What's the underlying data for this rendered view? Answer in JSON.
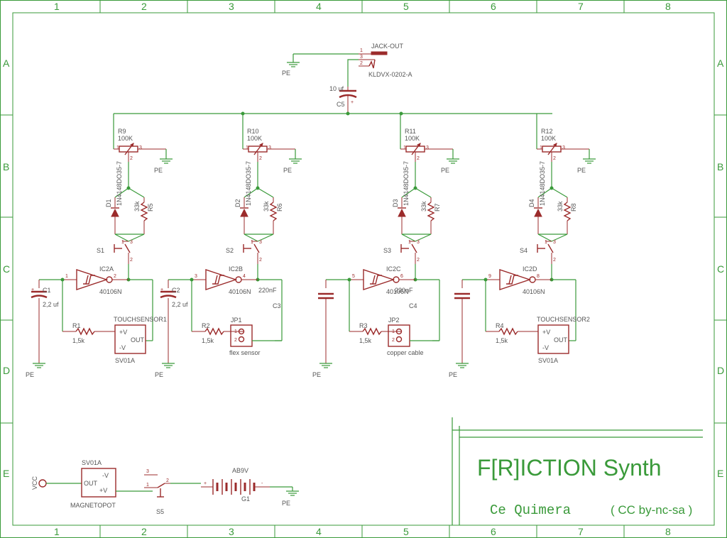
{
  "frame": {
    "columns": [
      "1",
      "2",
      "3",
      "4",
      "5",
      "6",
      "7",
      "8"
    ],
    "rows": [
      "A",
      "B",
      "C",
      "D",
      "E"
    ]
  },
  "title_block": {
    "title": "F[R]ICTION Synth",
    "author": "Ce Quimera",
    "license": "( CC by-nc-sa )"
  },
  "jack": {
    "name": "JACK-OUT",
    "part": "KLDVX-0202-A",
    "pins": [
      "1",
      "3",
      "2"
    ]
  },
  "cap_out": {
    "name": "C5",
    "value": "10 uf"
  },
  "gnd_label": "PE",
  "vcc_label": "VCC",
  "channels": [
    {
      "pot": "R9",
      "pot_value": "100K",
      "diode": "D1",
      "diode_part": "1N4148DO35-7",
      "res": "R5",
      "res_value": "33k",
      "switch": "S1",
      "ic": "IC2A",
      "ic_part": "40106N",
      "ic_in": "1",
      "ic_out": "2",
      "cap": "C1",
      "cap_value": "2,2 uf",
      "rin": "R1",
      "rin_value": "1,5k",
      "sensor": "TOUCHSENSOR1",
      "sensor_part": "SV01A",
      "sensor_type": "sv"
    },
    {
      "pot": "R10",
      "pot_value": "100K",
      "diode": "D2",
      "diode_part": "1N4148DO35-7",
      "res": "R6",
      "res_value": "33k",
      "switch": "S2",
      "ic": "IC2B",
      "ic_part": "40106N",
      "ic_in": "3",
      "ic_out": "4",
      "cap": "C2",
      "cap_value": "2,2 uf",
      "rin": "R2",
      "rin_value": "1,5k",
      "sensor": "JP1",
      "sensor_part": "flex sensor",
      "sensor_type": "jp"
    },
    {
      "pot": "R11",
      "pot_value": "100K",
      "diode": "D3",
      "diode_part": "1N4148DO35-7",
      "res": "R7",
      "res_value": "33k",
      "switch": "S3",
      "ic": "IC2C",
      "ic_part": "40106N",
      "ic_in": "5",
      "ic_out": "6",
      "cap": "C3",
      "cap_value": "220nF",
      "rin": "R3",
      "rin_value": "1,5k",
      "sensor": "JP2",
      "sensor_part": "copper cable",
      "sensor_type": "jp"
    },
    {
      "pot": "R12",
      "pot_value": "100K",
      "diode": "D4",
      "diode_part": "1N4148DO35-7",
      "res": "R8",
      "res_value": "33k",
      "switch": "S4",
      "ic": "IC2D",
      "ic_part": "40106N",
      "ic_in": "9",
      "ic_out": "8",
      "cap": "C4",
      "cap_value": "220nF",
      "rin": "R4",
      "rin_value": "1,5k",
      "sensor": "TOUCHSENSOR2",
      "sensor_part": "SV01A",
      "sensor_type": "sv"
    }
  ],
  "sv_pins": {
    "vplus": "+V",
    "out": "OUT",
    "vminus": "-V"
  },
  "power": {
    "magneto_name": "SV01A",
    "magneto_part": "MAGNETOPOT",
    "switch": "S5",
    "battery_name": "G1",
    "battery_part": "AB9V",
    "switch_pins": [
      "3",
      "1",
      "2"
    ]
  },
  "colors": {
    "frame": "#3a9a3a",
    "component": "#9b2b2b",
    "text": "#555555"
  }
}
